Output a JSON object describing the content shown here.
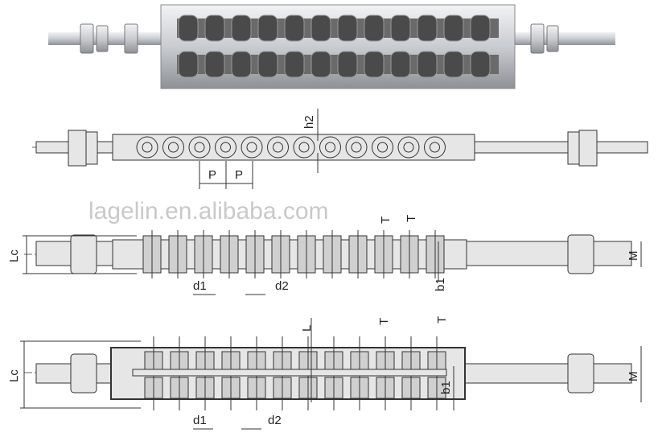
{
  "watermark": "lagelin.en.alibaba.com",
  "colors": {
    "metal": "#c9ccd0",
    "chain": "#5a5a5a",
    "line": "#333333",
    "fill": "#e6e6e6"
  },
  "side_view": {
    "h2": "h2",
    "p1": "P",
    "p2": "P"
  },
  "top_view_double": {
    "t1": "T",
    "t2": "T",
    "lc": "Lc",
    "m": "M",
    "d1": "d1",
    "d2": "d2",
    "b1": "b1"
  },
  "top_view_triple": {
    "l": "L",
    "t1": "T",
    "t2": "T",
    "lc": "Lc",
    "m": "M",
    "d1": "d1",
    "d2": "d2",
    "b1": "b1"
  }
}
